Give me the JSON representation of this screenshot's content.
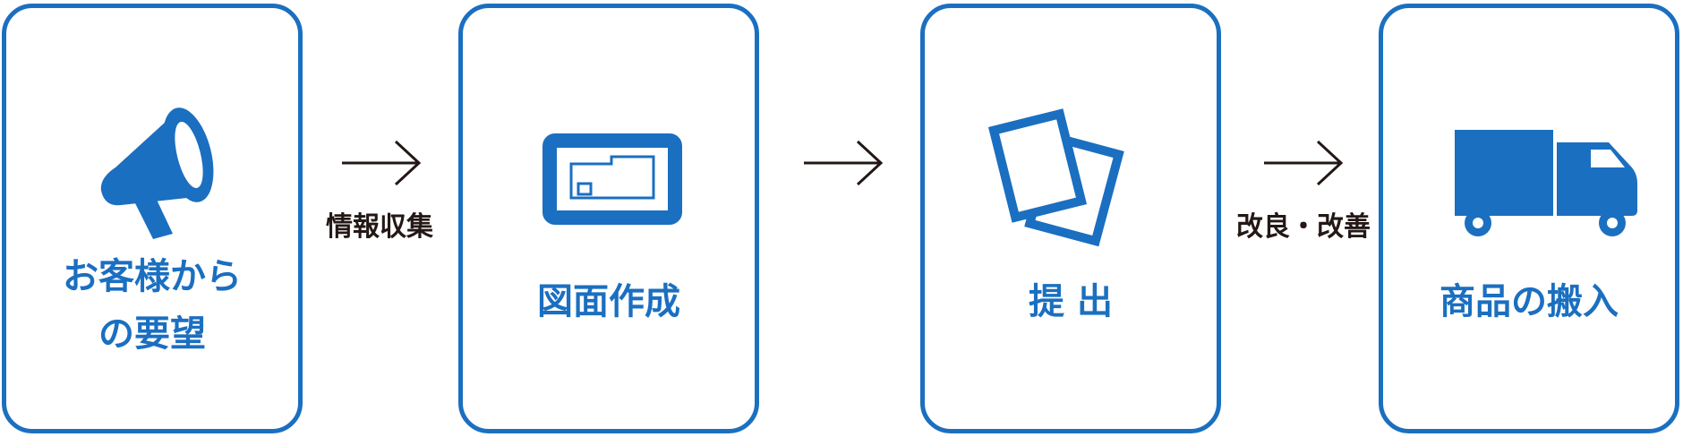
{
  "colors": {
    "accent": "#1b6fc0",
    "arrow": "#231815",
    "background": "#ffffff"
  },
  "steps": [
    {
      "icon": "megaphone-icon",
      "label_lines": [
        "お客様から",
        "の要望"
      ]
    },
    {
      "icon": "drawing-board-icon",
      "label_lines": [
        "図面作成"
      ]
    },
    {
      "icon": "documents-icon",
      "label_lines": [
        "提 出"
      ]
    },
    {
      "icon": "delivery-truck-icon",
      "label_lines": [
        "商品の搬入"
      ]
    }
  ],
  "connectors": [
    {
      "icon": "arrow-right-icon",
      "label": "情報収集"
    },
    {
      "icon": "arrow-right-icon",
      "label": ""
    },
    {
      "icon": "arrow-right-icon",
      "label": "改良・改善"
    }
  ]
}
